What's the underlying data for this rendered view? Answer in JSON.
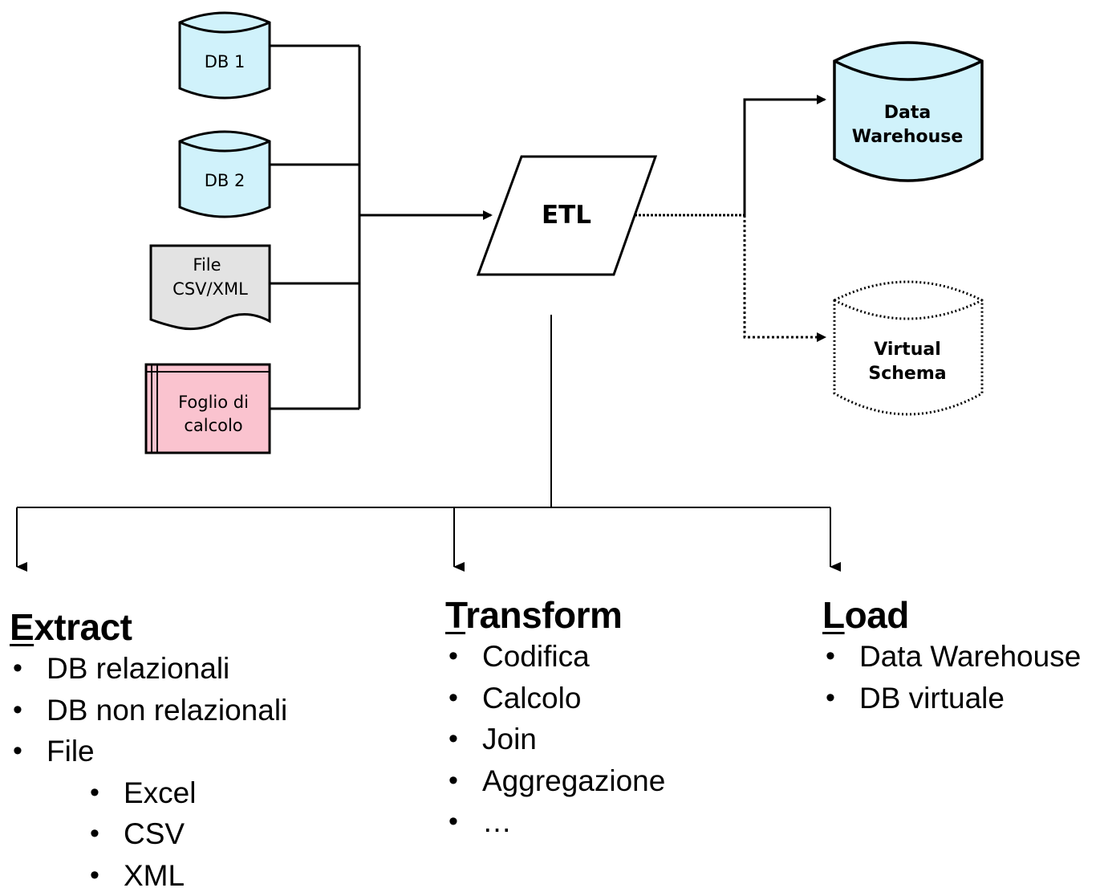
{
  "sources": [
    {
      "id": "db1",
      "label_lines": [
        "DB 1"
      ],
      "fill": "#d0f2fb"
    },
    {
      "id": "db2",
      "label_lines": [
        "DB 2"
      ],
      "fill": "#d0f2fb"
    },
    {
      "id": "file",
      "label_lines": [
        "File",
        "CSV/XML"
      ],
      "fill": "#e3e3e3"
    },
    {
      "id": "sheet",
      "label_lines": [
        "Foglio di",
        "calcolo"
      ],
      "fill": "#fac3cf"
    }
  ],
  "etl": {
    "label": "ETL"
  },
  "targets": {
    "warehouse": {
      "label_lines": [
        "Data",
        "Warehouse"
      ],
      "fill": "#d0f2fb"
    },
    "virtual": {
      "label_lines": [
        "Virtual",
        "Schema"
      ]
    }
  },
  "columns": {
    "extract": {
      "first": "E",
      "rest": "xtract",
      "items": [
        "DB relazionali",
        "DB non relazionali",
        "File"
      ],
      "subitems": [
        "Excel",
        "CSV",
        "XML"
      ]
    },
    "transform": {
      "first": "T",
      "rest": "ransform",
      "items": [
        "Codifica",
        "Calcolo",
        "Join",
        "Aggregazione",
        "…"
      ]
    },
    "load": {
      "first": "L",
      "rest": "oad",
      "items": [
        "Data Warehouse",
        "DB virtuale"
      ]
    }
  }
}
